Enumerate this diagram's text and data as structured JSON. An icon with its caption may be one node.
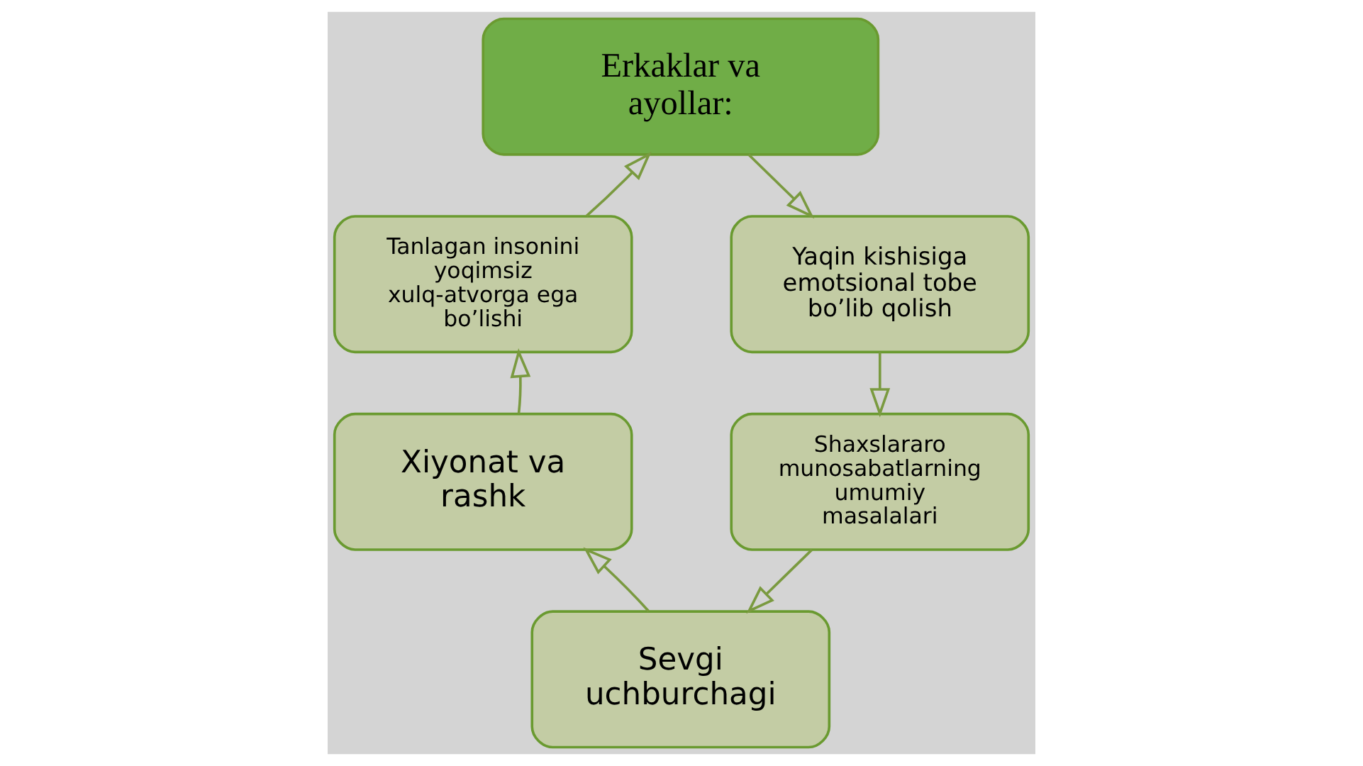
{
  "diagram": {
    "nodes": [
      {
        "text": [
          "Erkaklar va ayollar:"
        ]
      },
      {
        "text": [
          "Tanlagan insonini yoqimsiz xulq-atvorga ega bo’lishi"
        ]
      },
      {
        "text": [
          "Yaqin kishisiga emotsional tobe bo’lib qolish"
        ]
      },
      {
        "text": [
          "Xiyonat va rashk"
        ]
      },
      {
        "text": [
          "Shaxslararo munosabatlarning umumiy masalalari"
        ]
      },
      {
        "text": [
          "Sevgi uchburchagi"
        ]
      }
    ],
    "edges": [
      {
        "from": 0,
        "to": 2,
        "arrow": "to"
      },
      {
        "from": 2,
        "to": 4,
        "arrow": "to"
      },
      {
        "from": 4,
        "to": 5,
        "arrow": "to"
      },
      {
        "from": 5,
        "to": 3,
        "arrow": "to"
      },
      {
        "from": 3,
        "to": 1,
        "arrow": "to"
      },
      {
        "from": 1,
        "to": 0,
        "arrow": "to"
      }
    ]
  }
}
